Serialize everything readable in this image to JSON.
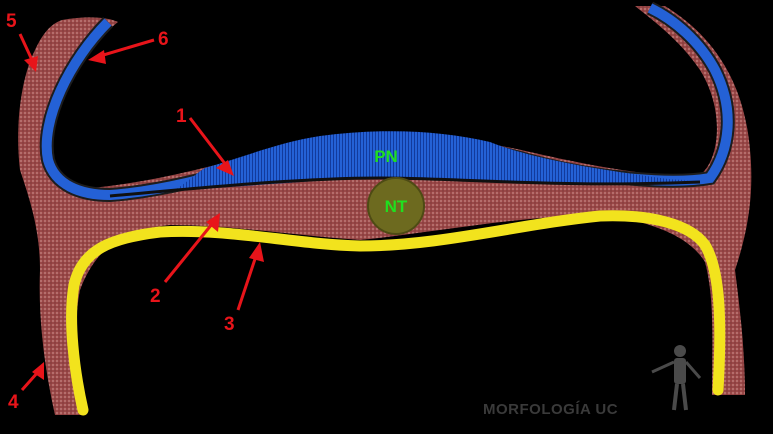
{
  "labels": {
    "pn": "PN",
    "nt": "NT"
  },
  "callouts": [
    {
      "number": "1"
    },
    {
      "number": "2"
    },
    {
      "number": "3"
    },
    {
      "number": "4"
    },
    {
      "number": "5"
    },
    {
      "number": "6"
    }
  ],
  "watermark": {
    "text": "MORFOLOGÍA UC"
  },
  "colors": {
    "background": "#000000",
    "ectoderm": "#1f5fd8",
    "mesoderm": "#9a4a4a",
    "endoderm": "#f0e020",
    "notochord": "#6b6b1e",
    "label_green": "#1fe01f",
    "callout_red": "#e8141a"
  }
}
